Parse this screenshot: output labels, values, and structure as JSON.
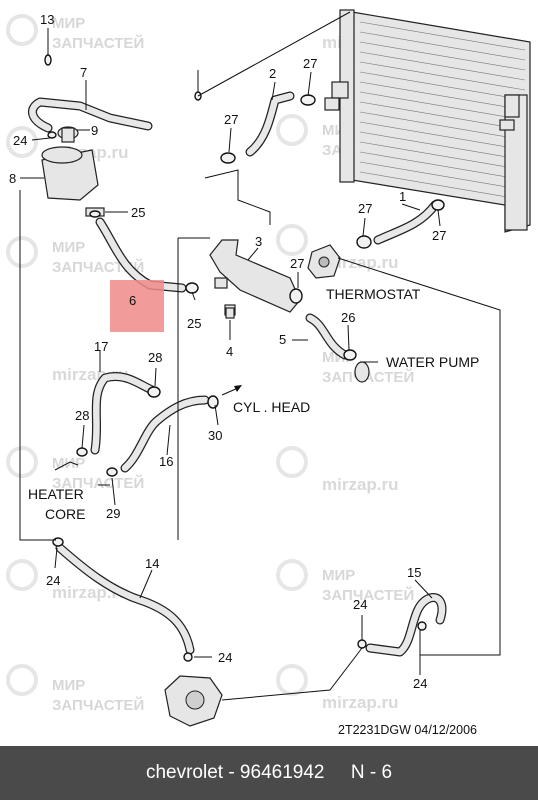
{
  "diagram": {
    "callouts": [
      "13",
      "7",
      "24",
      "9",
      "8",
      "25",
      "6",
      "2",
      "27",
      "27",
      "27",
      "1",
      "27",
      "27",
      "3",
      "26",
      "5",
      "25",
      "4",
      "17",
      "28",
      "28",
      "16",
      "30",
      "29",
      "14",
      "24",
      "15",
      "24",
      "24",
      "24"
    ],
    "labels": {
      "thermostat": "THERMOSTAT",
      "water_pump": "WATER PUMP",
      "cyl_head": "CYL . HEAD",
      "heater_core_line1": "HEATER",
      "heater_core_line2": "CORE"
    },
    "drawing_ref": "2T2231DGW  04/12/2006",
    "watermark": {
      "line1": "МИР",
      "line2": "ЗАПЧАСТЕЙ",
      "site": "mirzap.ru"
    },
    "highlight": {
      "callout": "6",
      "color": "#f08a8a"
    }
  },
  "footer": {
    "text": "chevrolet - 96461942     N - 6"
  }
}
